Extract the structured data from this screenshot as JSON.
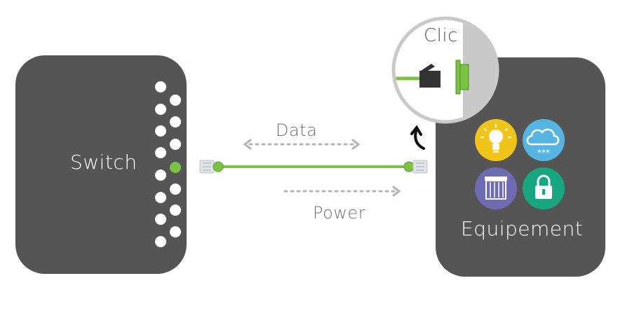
{
  "labels": {
    "switch": "Switch",
    "data": "Data",
    "power": "Power",
    "equipment": "Equipement",
    "zoom": "Clic"
  },
  "colors": {
    "box": "#555555",
    "cable": "#7cc242",
    "port": "#ffffff",
    "arrow": "#b4b4b4",
    "connector": "#d9dde0",
    "zoom_ring": "#c9c9c9",
    "zoom_wall": "#c8c8c8",
    "black_arrow": "#111111"
  },
  "equipment_icons": [
    {
      "name": "lightbulb-icon",
      "color": "#f0c419"
    },
    {
      "name": "cloud-snow-icon",
      "color": "#56b4e3"
    },
    {
      "name": "storefront-icon",
      "color": "#6f6bb3"
    },
    {
      "name": "padlock-icon",
      "color": "#17a680"
    }
  ]
}
